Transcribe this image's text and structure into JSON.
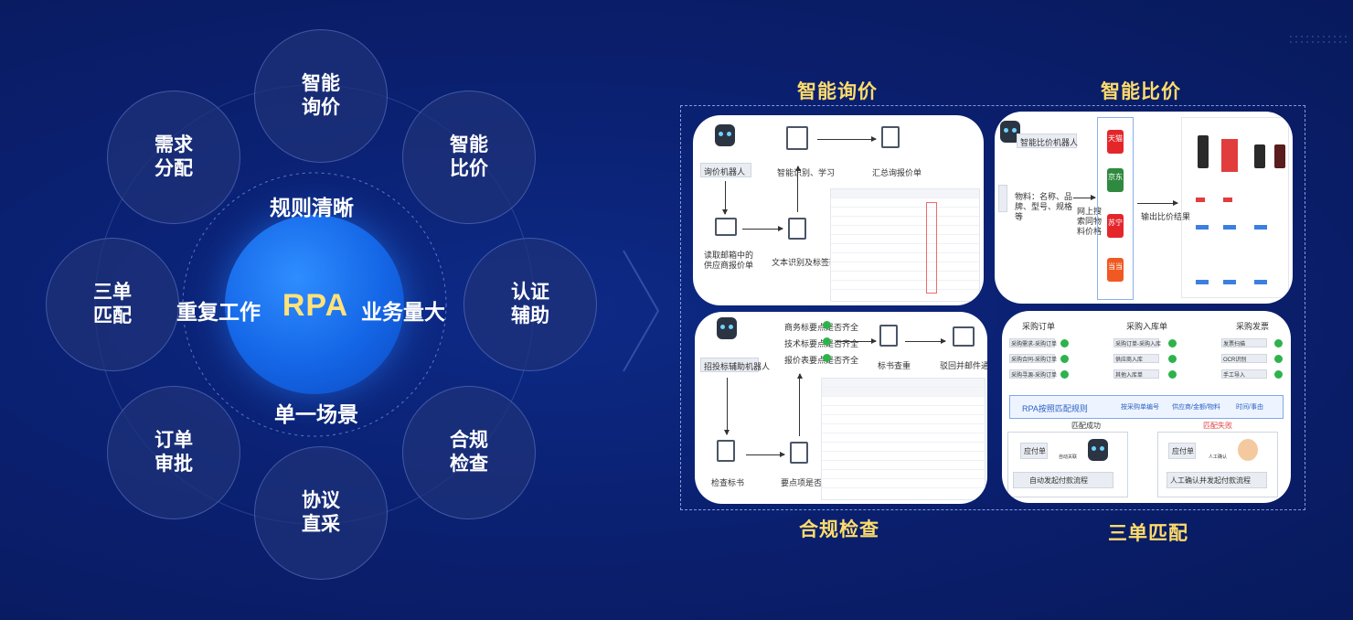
{
  "diagram": {
    "core": "RPA",
    "ring_labels": {
      "top": "规则清晰",
      "left": "重复工作",
      "right": "业务量大",
      "bottom": "单一场景"
    },
    "petals": [
      {
        "id": "inquiry",
        "line1": "智能",
        "line2": "询价"
      },
      {
        "id": "compare",
        "line1": "智能",
        "line2": "比价"
      },
      {
        "id": "certify",
        "line1": "认证",
        "line2": "辅助"
      },
      {
        "id": "compliance",
        "line1": "合规",
        "line2": "检查"
      },
      {
        "id": "agreement",
        "line1": "协议",
        "line2": "直采"
      },
      {
        "id": "approval",
        "line1": "订单",
        "line2": "审批"
      },
      {
        "id": "match",
        "line1": "三单",
        "line2": "匹配"
      },
      {
        "id": "demand",
        "line1": "需求",
        "line2": "分配"
      }
    ]
  },
  "panels": {
    "inquiry": {
      "title": "智能询价",
      "robot": "询价机器人",
      "step_learn": "智能识别、学习",
      "step_summary": "汇总询报价单",
      "step_mail": "读取邮箱中的供应商报价单",
      "step_ocr": "文本识别及标签转化"
    },
    "compare": {
      "title": "智能比价",
      "robot": "智能比价机器人",
      "material": "物料：名称、品牌、型号、规格等",
      "search": "网上搜索同物料价格",
      "shops": [
        "天猫",
        "京东",
        "苏宁",
        "当当"
      ],
      "output": "输出比价结果"
    },
    "compliance": {
      "title": "合规检查",
      "robot": "招投标辅助机器人",
      "checks": [
        "商务标要点是否齐全",
        "技术标要点是否齐全",
        "报价表要点是否齐全"
      ],
      "dedupe": "标书查重",
      "notify": "驳回并邮件通知",
      "read": "检查标书",
      "points": "要点项是否齐全"
    },
    "match": {
      "title": "三单匹配",
      "col_heads": [
        "采购订单",
        "采购入库单",
        "采购发票"
      ],
      "po_rows": [
        "采购需求-采购订单",
        "采购合同-采购订单",
        "采购寻源-采购订单"
      ],
      "gr_rows": [
        "采购订单-采购入库",
        "供应商入库",
        "其他入库单"
      ],
      "inv_rows": [
        "发票扫描",
        "OCR识别",
        "手工导入"
      ],
      "rule": "RPA按照匹配规则",
      "keys": [
        "按采购单编号",
        "供应商/金额/物料",
        "时间/事由"
      ],
      "ok": "匹配成功",
      "fail": "匹配失败",
      "payable": "应付单",
      "auto": "自动发起付款流程",
      "manual_tag": "人工确认",
      "manual": "人工确认并发起付款流程",
      "auto_tag": "自动关联"
    }
  },
  "colors": {
    "background": "#0a1f6e",
    "accent_yellow": "#ffdc6b",
    "core_blue": "#1466e6"
  }
}
